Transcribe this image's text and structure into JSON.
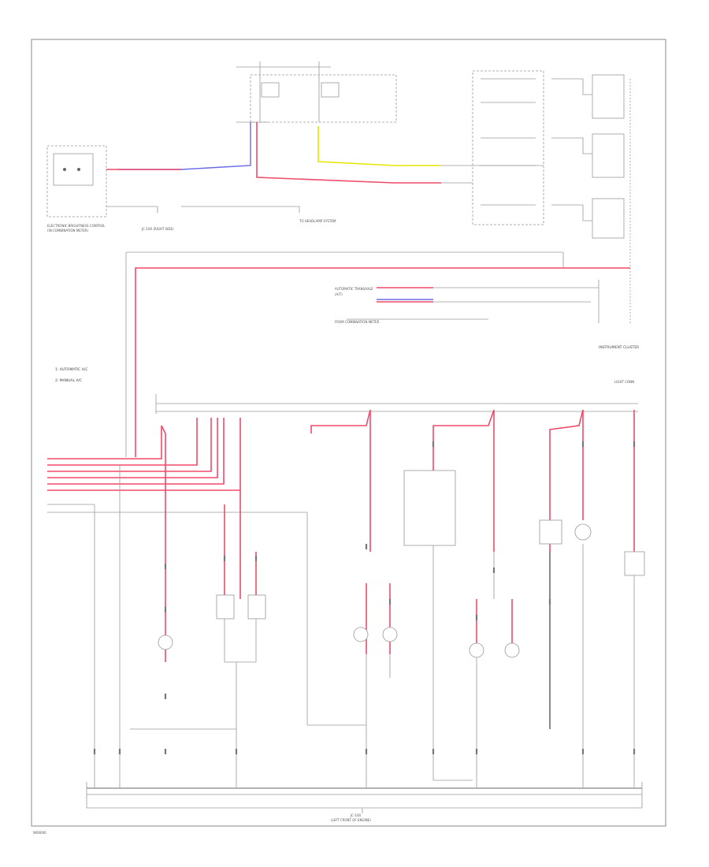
{
  "labels": {
    "legend_1": "1: AUTOMATIC A/C",
    "legend_2": "2: MANUAL A/C",
    "instrument_cluster": "INSTRUMENT CLUSTER",
    "footer_code": "W00000",
    "ground_bottom_1": "JC-100",
    "ground_bottom_2": "(LEFT FRONT OF ENGINE)",
    "right_splice": "LIGHT CONN",
    "left_sensor": "ELECTRONIC BRIGHTNESS CONTROL",
    "left_sensor_2": "(IN COMBINATION METER)"
  },
  "colors": {
    "red_wire": "#f04a6a",
    "blue_wire": "#6a6ae8",
    "yellow_wire": "#e6e600",
    "black_wire": "#8a8a8a"
  }
}
